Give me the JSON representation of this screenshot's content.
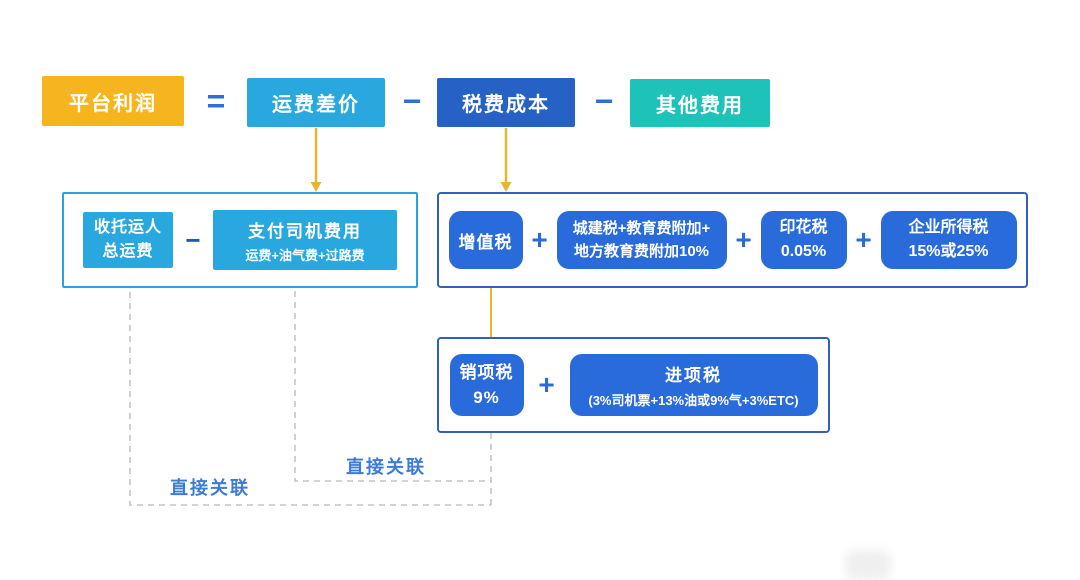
{
  "top_row": {
    "profit_label": "平台利润",
    "equals_sign": "=",
    "freight_diff_label": "运费差价",
    "minus_sign_1": "−",
    "tax_cost_label": "税费成本",
    "minus_sign_2": "−",
    "other_fees_label": "其他费用"
  },
  "freight_group": {
    "shipper_line1": "收托运人",
    "shipper_line2": "总运费",
    "minus_sign": "−",
    "driver_title": "支付司机费用",
    "driver_detail": "运费+油气费+过路费"
  },
  "tax_group": {
    "vat_label": "增值税",
    "plus_sign_1": "+",
    "surtax_line1": "城建税+教育费附加+",
    "surtax_line2": "地方教育费附加10%",
    "plus_sign_2": "+",
    "stamp_title": "印花税",
    "stamp_rate": "0.05%",
    "plus_sign_3": "+",
    "income_title": "企业所得税",
    "income_rate": "15%或25%"
  },
  "vat_breakdown": {
    "output_title": "销项税",
    "output_rate": "9%",
    "plus_sign": "+",
    "input_title": "进项税",
    "input_detail": "(3%司机票+13%油或9%气+3%ETC)"
  },
  "associations": {
    "upper_label": "直接关联",
    "lower_label": "直接关联"
  },
  "colors": {
    "profit_gold": "#F6B51E",
    "light_blue": "#29A8E0",
    "royal_blue": "#2661C6",
    "teal": "#1EC2B8",
    "pill_blue": "#2A6BDB",
    "operator_blue": "#2E6FD8",
    "arrow_yellow": "#E8B62E",
    "dashed_gray": "#C4C4C4",
    "association_label_blue": "#3D7BD7",
    "freight_border_blue": "#2BA2D9",
    "tax_border_blue": "#3060B8"
  }
}
